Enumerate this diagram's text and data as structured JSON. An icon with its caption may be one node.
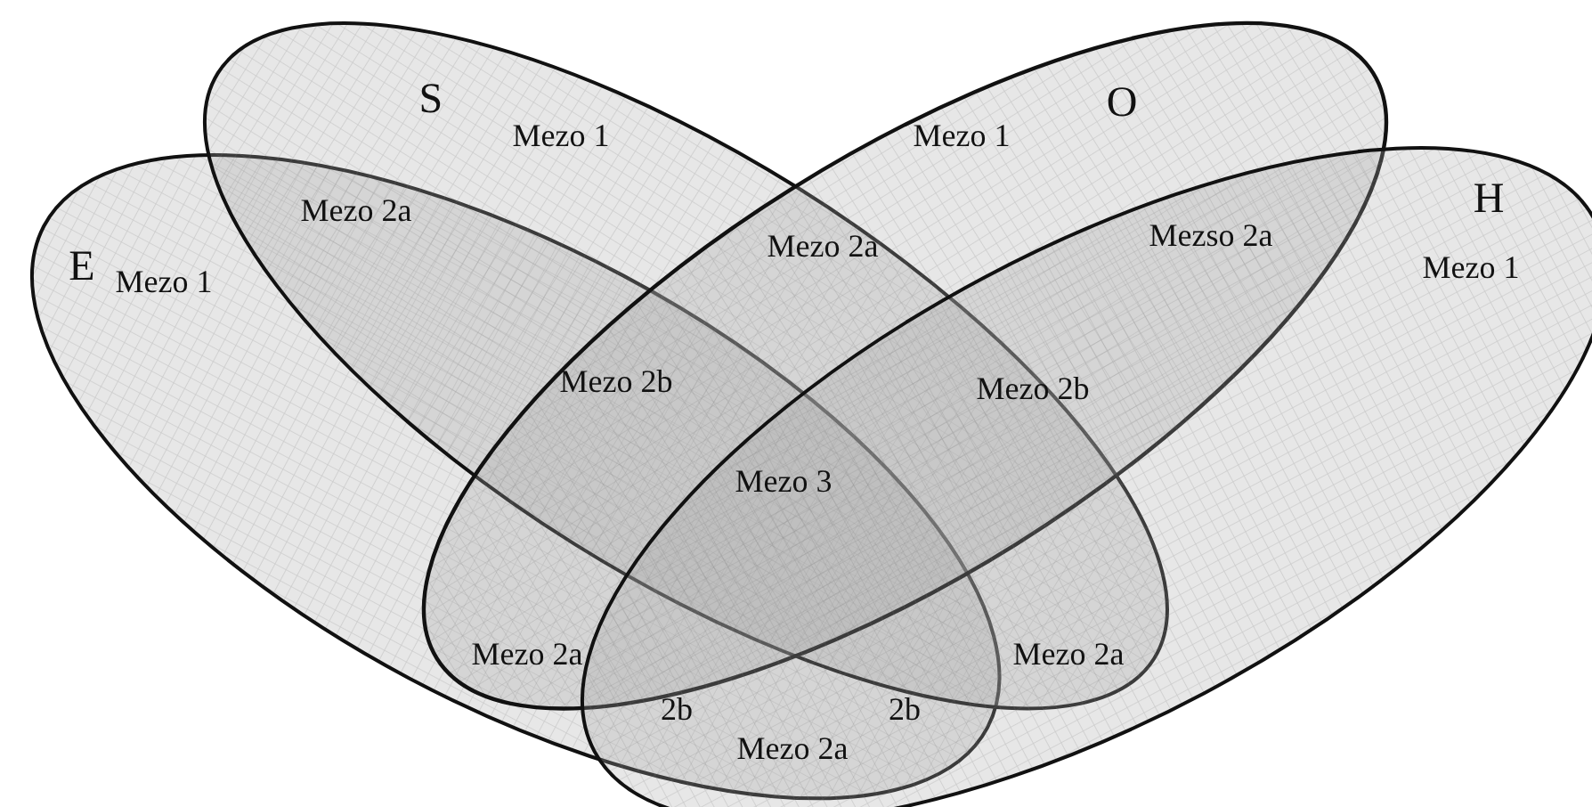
{
  "diagram": {
    "nodes": [
      {
        "text": [
          "E",
          "Mezo 1"
        ]
      },
      {
        "text": [
          "S",
          "Mezo 1"
        ]
      },
      {
        "text": [
          "O",
          "Mezo 1"
        ]
      },
      {
        "text": [
          "H",
          "Mezo 1"
        ]
      }
    ],
    "labels": [
      "Mezo 2a",
      "Mezo 2a",
      "Mezso 2a",
      "Mezo 2b",
      "Mezo 2b",
      "Mezo 3",
      "Mezo 2a",
      "Mezo 2a",
      "2b",
      "2b",
      "Mezo 2a"
    ]
  }
}
